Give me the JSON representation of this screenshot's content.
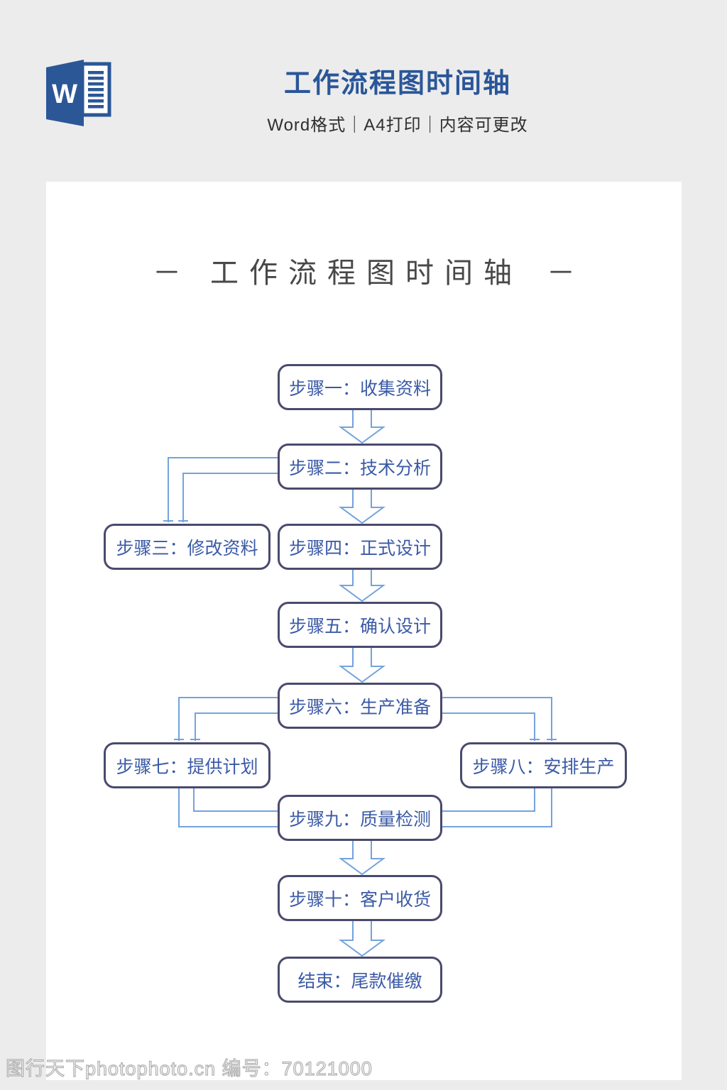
{
  "header": {
    "title": "工作流程图时间轴",
    "subtitle": "Word格式｜A4打印｜内容可更改",
    "title_color": "#2a5699",
    "word_icon": "word-logo",
    "word_icon_letter": "W",
    "word_icon_color": "#2b5797"
  },
  "document": {
    "dash_left": "－",
    "title": "工作流程图时间轴",
    "dash_right": "－",
    "background": "#ffffff",
    "page_background": "#ececec"
  },
  "flowchart": {
    "type": "flowchart",
    "colors": {
      "box_border": "#4a4a6e",
      "box_text": "#3b5aa6",
      "connector": "#74a3dd"
    },
    "steps": [
      {
        "label": "步骤一：收集资料"
      },
      {
        "label": "步骤二：技术分析"
      },
      {
        "label": "步骤三：修改资料"
      },
      {
        "label": "步骤四：正式设计"
      },
      {
        "label": "步骤五：确认设计"
      },
      {
        "label": "步骤六：生产准备"
      },
      {
        "label": "步骤七：提供计划"
      },
      {
        "label": "步骤八：安排生产"
      },
      {
        "label": "步骤九：质量检测"
      },
      {
        "label": "步骤十：客户收货"
      },
      {
        "label": "结束：尾款催缴"
      }
    ],
    "connections": [
      "步骤一→步骤二",
      "步骤二→步骤三",
      "步骤二→步骤四",
      "步骤四→步骤五",
      "步骤五→步骤六",
      "步骤六→步骤七",
      "步骤六→步骤八",
      "步骤七→步骤九",
      "步骤八→步骤九",
      "步骤九→步骤十",
      "步骤十→结束"
    ]
  },
  "footer": {
    "watermark": "图行天下photophoto.cn 编号：70121000"
  }
}
